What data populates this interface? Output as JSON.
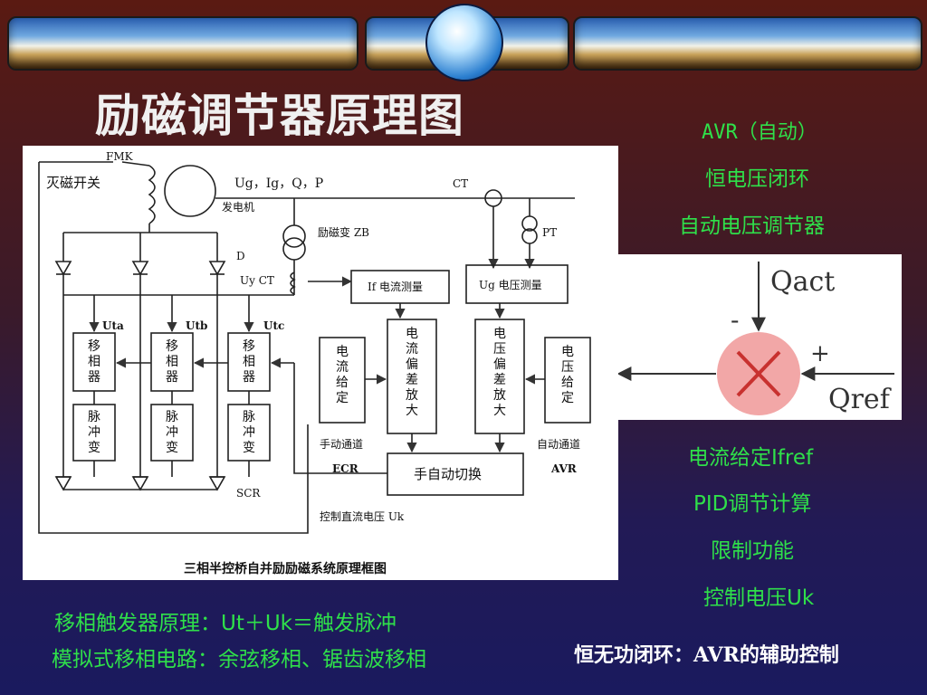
{
  "slide": {
    "title": "励磁调节器原理图",
    "right_notes": [
      "AVR（自动）",
      "恒电压闭环",
      "自动电压调节器"
    ],
    "control_notes": [
      "电流给定Ifref",
      "PID调节计算",
      "限制功能",
      "控制电压Uk"
    ],
    "bottom_notes": [
      "移相触发器原理：Ut＋Uk＝触发脉冲",
      "模拟式移相电路：余弦移相、锯齿波移相"
    ],
    "aux_note": "恒无功闭环：AVR的辅助控制"
  },
  "diagram": {
    "caption": "三相半控桥自并励励磁系统原理框图",
    "mie_ci_kai_guan": "灭磁开关",
    "fmk": "FMK",
    "gen_params": "Ug，Ig，Q，P",
    "generator": "发电机",
    "ct": "CT",
    "exc_transformer": "励磁变 ZB",
    "pt": "PT",
    "d_label": "D",
    "uy_ct": "Uy CT",
    "if_measure": "If 电流测量",
    "ug_measure": "Ug 电压测量",
    "uta": "Uta",
    "utb": "Utb",
    "utc": "Utc",
    "phase_shifter": "移相器",
    "pulse_transformer": "脉冲变",
    "current_setpoint": "电流给定",
    "current_dev_amp": "电流偏差放大",
    "voltage_dev_amp": "电压偏差放大",
    "voltage_setpoint": "电压给定",
    "manual_channel": "手动通道",
    "ecr": "ECR",
    "auto_channel": "自动通道",
    "avr": "AVR",
    "switch": "手自动切换",
    "scr": "SCR",
    "control_voltage": "控制直流电压 Uk"
  },
  "qref_diagram": {
    "qact": "Qact",
    "qref": "Qref",
    "minus": "-",
    "plus": "+"
  }
}
